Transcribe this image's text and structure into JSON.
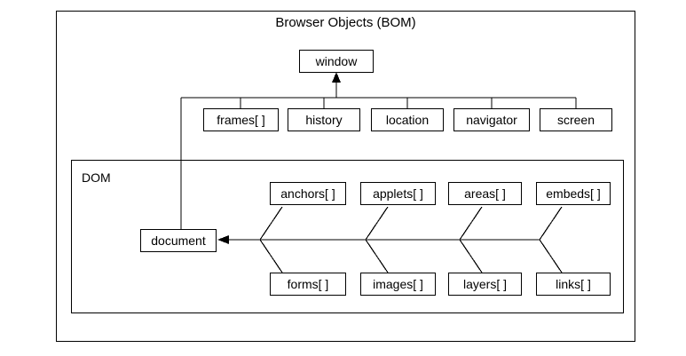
{
  "diagram": {
    "title": "Browser Objects (BOM)",
    "dom_group_label": "DOM",
    "root": {
      "label": "window"
    },
    "document_node": {
      "label": "document"
    },
    "bom_children": [
      {
        "label": "frames[ ]"
      },
      {
        "label": "history"
      },
      {
        "label": "location"
      },
      {
        "label": "navigator"
      },
      {
        "label": "screen"
      }
    ],
    "dom_children_top": [
      {
        "label": "anchors[ ]"
      },
      {
        "label": "applets[ ]"
      },
      {
        "label": "areas[ ]"
      },
      {
        "label": "embeds[ ]"
      }
    ],
    "dom_children_bottom": [
      {
        "label": "forms[ ]"
      },
      {
        "label": "images[ ]"
      },
      {
        "label": "layers[ ]"
      },
      {
        "label": "links[ ]"
      }
    ],
    "colors": {
      "background": "#ffffff",
      "stroke": "#000000",
      "text": "#000000"
    }
  }
}
